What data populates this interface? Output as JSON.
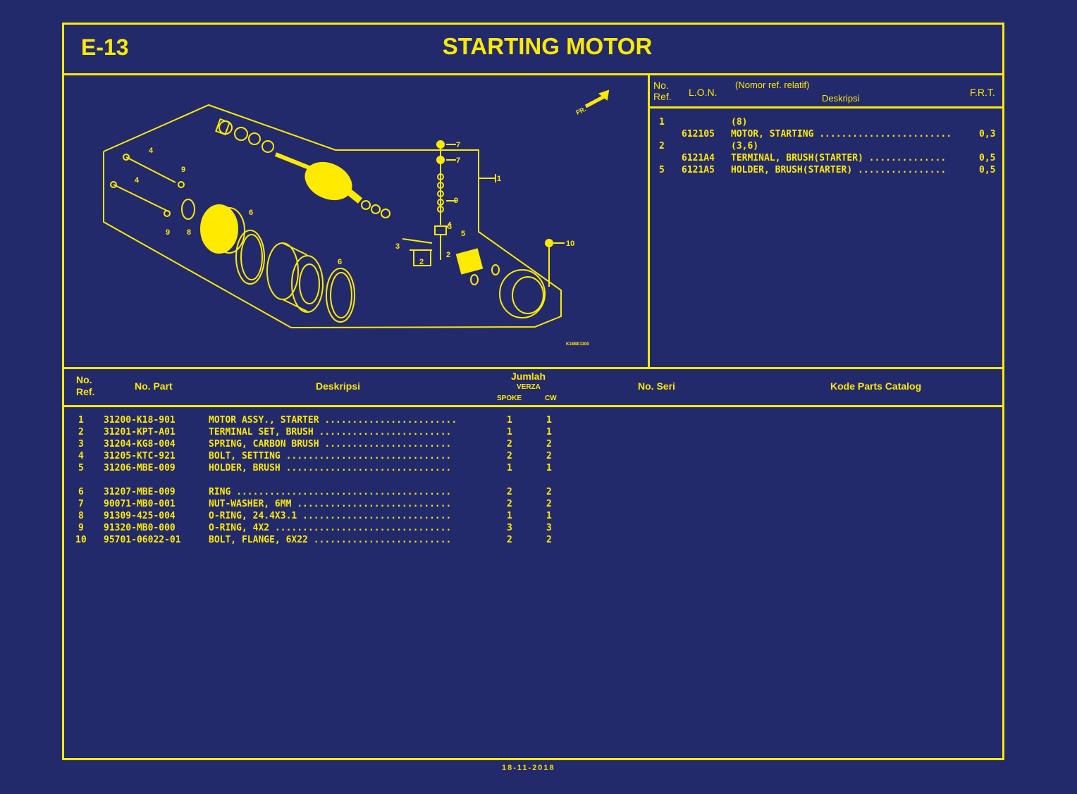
{
  "header": {
    "code": "E-13",
    "title": "STARTING MOTOR"
  },
  "lon_table": {
    "headers": {
      "no_ref_1": "No.",
      "no_ref_2": "Ref.",
      "lon": "L.O.N.",
      "nomor_ref": "(Nomor ref. relatif)",
      "deskripsi": "Deskripsi",
      "frt": "F.R.T."
    },
    "rows": [
      {
        "ref": "1",
        "lon": "",
        "desc": "(8)",
        "frt": ""
      },
      {
        "ref": "",
        "lon": "612105",
        "desc": "MOTOR, STARTING ........................",
        "frt": "0,3"
      },
      {
        "ref": "2",
        "lon": "",
        "desc": "(3,6)",
        "frt": ""
      },
      {
        "ref": "",
        "lon": "6121A4",
        "desc": "TERMINAL, BRUSH(STARTER) ..............",
        "frt": "0,5"
      },
      {
        "ref": "5",
        "lon": "6121A5",
        "desc": "HOLDER, BRUSH(STARTER) ................",
        "frt": "0,5"
      }
    ]
  },
  "drawing": {
    "labels": [
      "4",
      "9",
      "4",
      "9",
      "8",
      "6",
      "6",
      "3",
      "2",
      "7",
      "7",
      "9",
      "3",
      "5",
      "2",
      "1",
      "10",
      "FR."
    ],
    "code": "K18BE1300"
  },
  "parts_table": {
    "headers": {
      "no_ref_1": "No.",
      "no_ref_2": "Ref.",
      "no_part": "No. Part",
      "deskripsi": "Deskripsi",
      "jumlah": "Jumlah",
      "verza": "VERZA",
      "spoke": "SPOKE",
      "cw": "CW",
      "no_seri": "No. Seri",
      "kode": "Kode Parts Catalog"
    },
    "group1": [
      {
        "ref": "1",
        "part": "31200-K18-901",
        "desc": "MOTOR ASSY., STARTER ........................",
        "spoke": "1",
        "cw": "1"
      },
      {
        "ref": "2",
        "part": "31201-KPT-A01",
        "desc": "TERMINAL SET, BRUSH ........................",
        "spoke": "1",
        "cw": "1"
      },
      {
        "ref": "3",
        "part": "31204-KG8-004",
        "desc": "SPRING, CARBON BRUSH .......................",
        "spoke": "2",
        "cw": "2"
      },
      {
        "ref": "4",
        "part": "31205-KTC-921",
        "desc": "BOLT, SETTING ..............................",
        "spoke": "2",
        "cw": "2"
      },
      {
        "ref": "5",
        "part": "31206-MBE-009",
        "desc": "HOLDER, BRUSH ..............................",
        "spoke": "1",
        "cw": "1"
      }
    ],
    "group2": [
      {
        "ref": "6",
        "part": "31207-MBE-009",
        "desc": "RING .......................................",
        "spoke": "2",
        "cw": "2"
      },
      {
        "ref": "7",
        "part": "90071-MB0-001",
        "desc": "NUT-WASHER, 6MM ............................",
        "spoke": "2",
        "cw": "2"
      },
      {
        "ref": "8",
        "part": "91309-425-004",
        "desc": "O-RING, 24.4X3.1 ...........................",
        "spoke": "1",
        "cw": "1"
      },
      {
        "ref": "9",
        "part": "91320-MB0-000",
        "desc": "O-RING, 4X2 ................................",
        "spoke": "3",
        "cw": "3"
      },
      {
        "ref": "10",
        "part": "95701-06022-01",
        "desc": "BOLT, FLANGE, 6X22 .........................",
        "spoke": "2",
        "cw": "2"
      }
    ]
  },
  "footer": {
    "date": "18-11-2018"
  },
  "colors": {
    "background": "#232a6b",
    "ink": "#ffea00"
  }
}
